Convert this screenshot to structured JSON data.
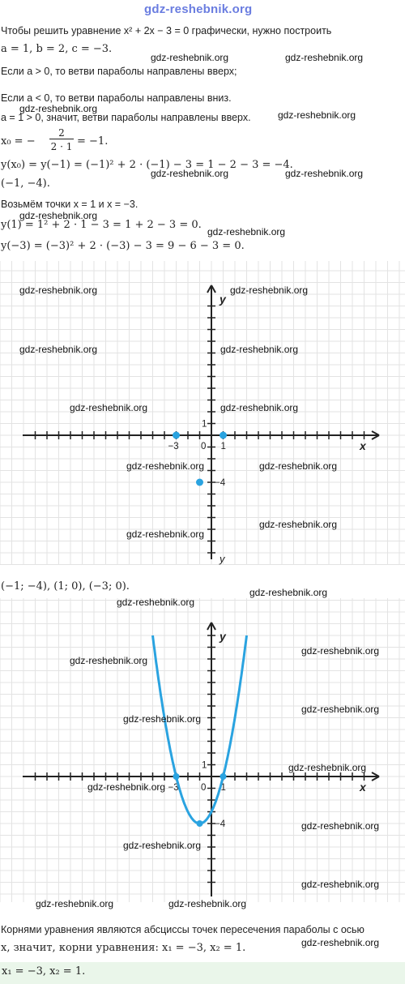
{
  "site_header": "gdz-reshebnik.org",
  "lines": {
    "l1": "Чтобы решить уравнение x² + 2x − 3 = 0 графически, нужно построить",
    "l2": "a = 1, b = 2, c = −3.",
    "l3": "Если a > 0, то ветви параболы направлены вверх;",
    "l4": "Если a < 0, то ветви параболы направлены вниз.",
    "l5": "a = 1 > 0, значит, ветви параболы направлены вверх.",
    "l6_left": "x₀ = −",
    "l6_num": "2",
    "l6_den": "2 · 1",
    "l6_right": "= −1.",
    "l7": "y(x₀) = y(−1) = (−1)² + 2 · (−1) − 3 = 1 − 2 − 3 = −4.",
    "l8": "(−1, −4).",
    "l9": "Возьмём точки x = 1 и x = −3.",
    "l10": "y(1) = 1² + 2 · 1 − 3 = 1 + 2 − 3 = 0.",
    "l11": "y(−3) = (−3)² + 2 · (−3) − 3 = 9 − 6 − 3 = 0.",
    "l12": "(−1; −4), (1; 0), (−3; 0).",
    "l13": "Корнями уравнения являются абсциссы точек пересечения параболы с осью",
    "l14": "x, значит, корни уравнения: x₁ = −3, x₂ = 1.",
    "answer": "x₁ = −3, x₂ = 1."
  },
  "watermark": "gdz-reshebnik.org",
  "graph_labels": {
    "y_axis": "y",
    "x_axis": "x",
    "origin": "0",
    "one_y": "1",
    "one_x": "1",
    "minus_three": "−3",
    "minus_four": "−4"
  },
  "colors": {
    "accent": "#2aa3e0",
    "grid": "#e3e3e3",
    "axis": "#222222",
    "answer_bg": "#eaf6ea",
    "site_header": "#6a7de0"
  },
  "chart_data": [
    {
      "type": "scatter",
      "title": "",
      "points": [
        {
          "x": -3,
          "y": 0
        },
        {
          "x": 1,
          "y": 0
        },
        {
          "x": -1,
          "y": -4
        }
      ],
      "tick_labels": [
        "−3",
        "0",
        "1",
        "1",
        "−4"
      ],
      "xlabel": "x",
      "ylabel": "y",
      "grid": true
    },
    {
      "type": "line",
      "title": "",
      "function": "y = x² + 2x − 3",
      "vertex": {
        "x": -1,
        "y": -4
      },
      "roots": [
        -3,
        1
      ],
      "xlabel": "x",
      "ylabel": "y",
      "grid": true
    }
  ]
}
